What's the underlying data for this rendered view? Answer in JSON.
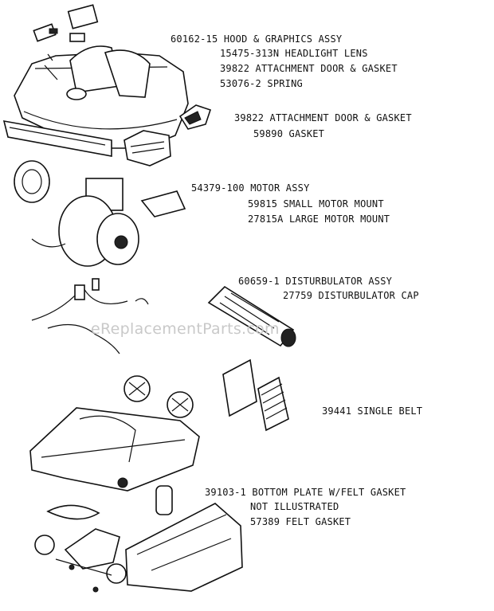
{
  "labels": {
    "hood": "60162-15 HOOD & GRAPHICS ASSY",
    "headlight": "15475-313N HEADLIGHT LENS",
    "attachment_door_1": "39822 ATTACHMENT DOOR & GASKET",
    "spring": "53076-2 SPRING",
    "attachment_door_2": "39822 ATTACHMENT DOOR & GASKET",
    "gasket": "59890 GASKET",
    "motor": "54379-100 MOTOR ASSY",
    "small_mount": "59815 SMALL MOTOR MOUNT",
    "large_mount": "27815A LARGE MOTOR MOUNT",
    "disturbulator": "60659-1 DISTURBULATOR ASSY",
    "disturbulator_cap": "27759 DISTURBULATOR CAP",
    "belt": "39441 SINGLE BELT",
    "bottom_plate": "39103-1 BOTTOM PLATE W/FELT GASKET",
    "not_illustrated": "NOT ILLUSTRATED",
    "felt_gasket": "57389 FELT GASKET"
  },
  "watermark": "eReplacementParts.com"
}
